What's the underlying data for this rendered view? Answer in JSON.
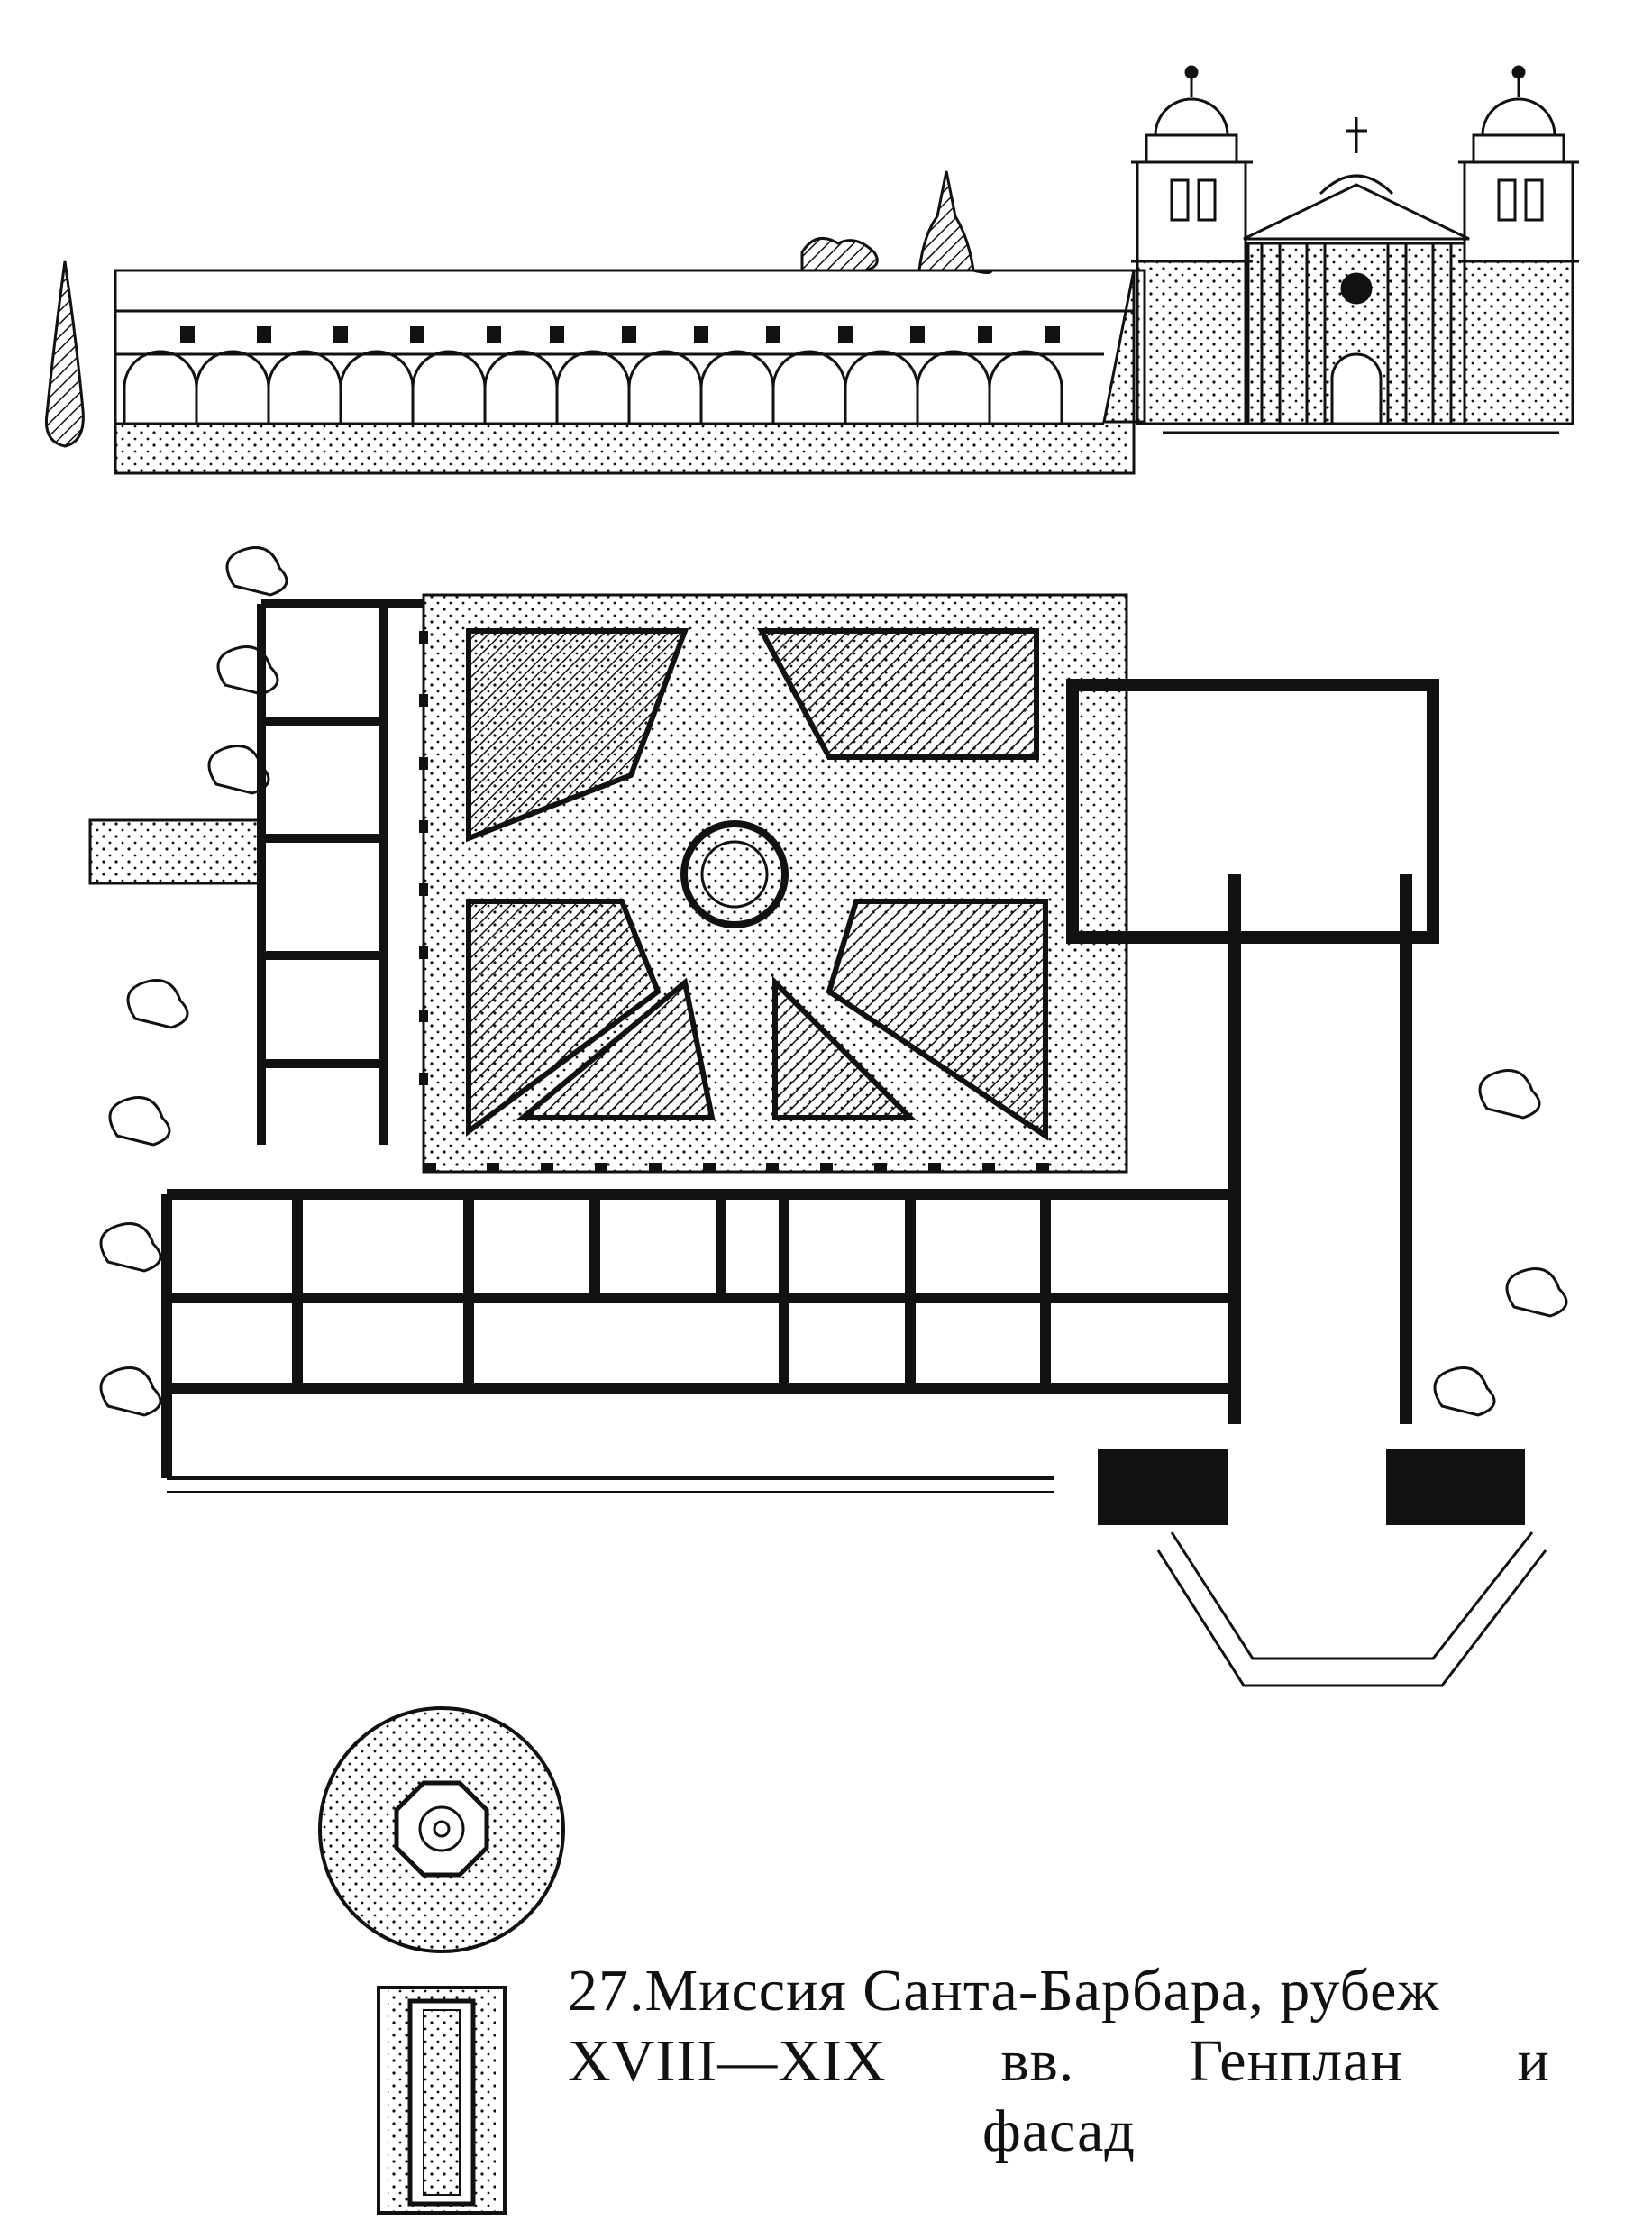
{
  "caption": {
    "line1": "27.Миссия Санта-Барбара, рубеж",
    "line2": [
      "XVIII—XIX",
      "вв.",
      "Генплан",
      "и"
    ],
    "line3": "фасад"
  },
  "colors": {
    "ink": "#111111",
    "paper": "#ffffff"
  }
}
